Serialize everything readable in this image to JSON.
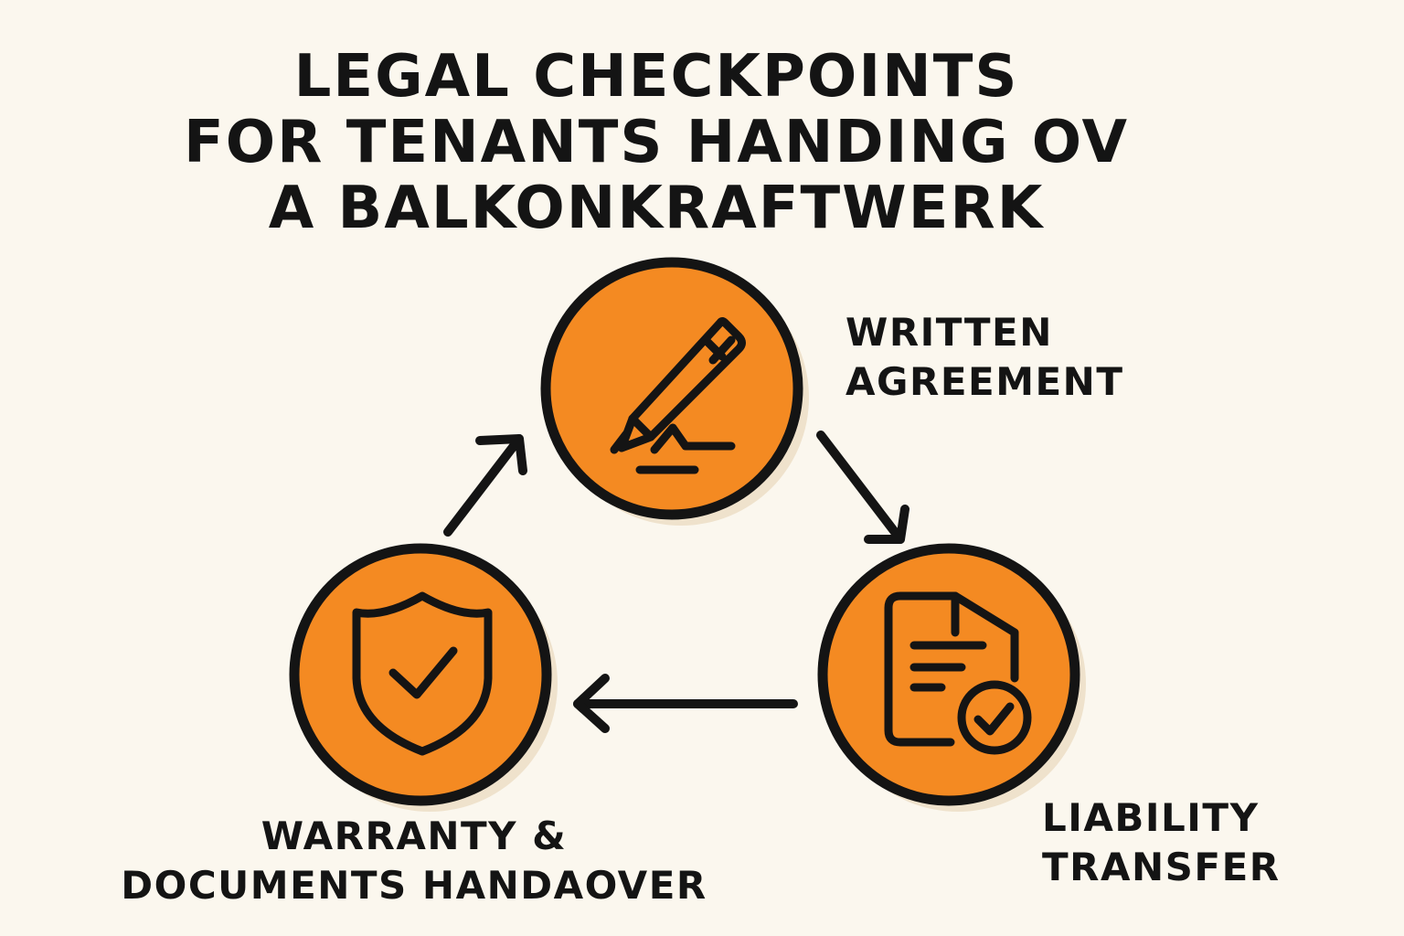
{
  "title": {
    "line1": "LEGAL CHECKPOINTS",
    "line2": "FOR TENANTS HANDING OV",
    "line3": "A BALKONKRAFTWERK"
  },
  "steps": [
    {
      "id": "written-agreement",
      "label_line1": "WRITTEN",
      "label_line2": "AGREEMENT",
      "icon": "pen-signature-icon"
    },
    {
      "id": "liability-transfer",
      "label_line1": "LIABILITY",
      "label_line2": "TRANSFER",
      "icon": "document-check-icon"
    },
    {
      "id": "warranty-documents",
      "label_line1": "WARRANTY &",
      "label_line2": "DOCUMENTS HANDAOVER",
      "icon": "shield-check-icon"
    }
  ],
  "colors": {
    "background": "#fbf7ee",
    "circle_fill": "#f48a22",
    "stroke": "#141414",
    "shadow": "#efe2cc"
  }
}
